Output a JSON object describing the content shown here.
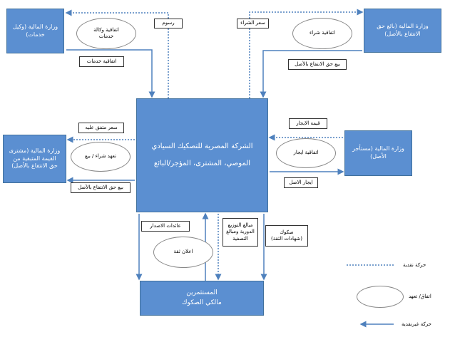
{
  "nodes": {
    "center": "الشركة المصرية للتصكيك السيادي\nالموصي، المشترى، المؤجر/البائع",
    "investors": "المستثمرين\nمالكي الصكوك",
    "agent_ministry": "وزارة المالية (وكيل\nخدمات)",
    "seller_ministry": "وزارة المالية (بائع حق\nالانتفاع بالأصل)",
    "buyer_ministry": "وزارة المالية (مشترى\nالقيمة المتبقية من\nحق الانتفاع بالأصل)",
    "lessee_ministry": "وزارة المالية (مستأجر\nالأصل)"
  },
  "labels": {
    "fees": "رسوم",
    "service_agreement": "اتفاقية خدمات",
    "purchase_price": "سعر الشراء",
    "sell_usufruct_top": "بيع حق الانتفاع بالأصل",
    "agreed_price": "سعر متفق عليه",
    "sell_usufruct_left": "بيع حق الانتفاع بالأصل",
    "rent_value": "قيمة الايجار",
    "asset_lease": "ايجار الاصل",
    "returns": "عائدات الاصدار",
    "distribution": "مبالغ التوزيع\nالدورية ومبالغ\nالتصفية",
    "sukuk": "صكوك\n(شهادات الثقة)"
  },
  "ellipses": {
    "agency": "اتفاقية وكالة\nخدمات",
    "purchase": "اتفاقية شراء",
    "promise": "تعهد شراء / بيع",
    "lease": "اتفاقية ايجار",
    "trust": "اعلان ثقة"
  },
  "legend": {
    "cash": "حركة نقدية",
    "agreement": "اتفاق/ تعهد",
    "noncash": "حركة غيرنقدية"
  },
  "colors": {
    "box": "#5b8fd1",
    "arrow": "#4f81bd"
  }
}
